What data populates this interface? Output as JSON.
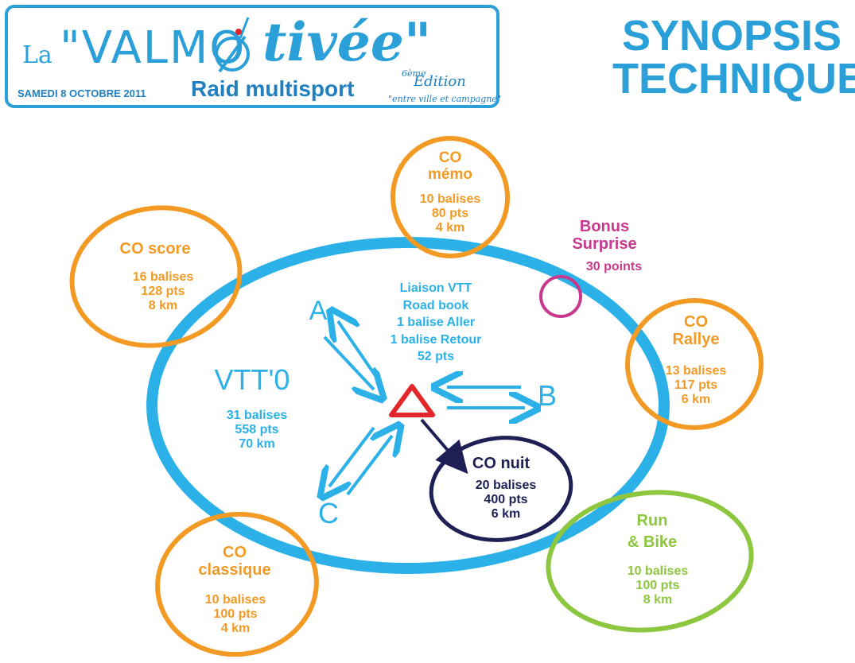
{
  "header": {
    "la": "La",
    "valmo": "\"VALMO",
    "tivee": "tivée\"",
    "edition_num": "6ème",
    "edition": "Edition",
    "date": "SAMEDI 8 OCTOBRE 2011",
    "subtitle": "Raid multisport",
    "tagline": "\"entre ville et campagne\""
  },
  "synopsis": [
    "SYNOPSIS",
    "TECHNIQUE"
  ],
  "nodes": {
    "co_memo": {
      "title": [
        "CO",
        "mémo"
      ],
      "lines": [
        "10 balises",
        "80 pts",
        "4 km"
      ]
    },
    "co_score": {
      "title": [
        "CO score"
      ],
      "lines": [
        "16 balises",
        "128 pts",
        "8 km"
      ]
    },
    "bonus": {
      "title": [
        "Bonus",
        "Surprise"
      ],
      "points": "30 points"
    },
    "liaison": {
      "lines": [
        "Liaison VTT",
        "Road book",
        "1 balise Aller",
        "1 balise Retour",
        "52 pts"
      ]
    },
    "vtt": {
      "title": "VTT'0",
      "lines": [
        "31 balises",
        "558 pts",
        "70 km"
      ]
    },
    "co_rallye": {
      "title": [
        "CO",
        "Rallye"
      ],
      "lines": [
        "13 balises",
        "117 pts",
        "6 km"
      ]
    },
    "co_nuit": {
      "title": "CO nuit",
      "lines": [
        "20 balises",
        "400 pts",
        "6 km"
      ]
    },
    "run_bike": {
      "title": [
        "Run",
        "& Bike"
      ],
      "lines": [
        "10 balises",
        "100 pts",
        "8 km"
      ]
    },
    "co_classique": {
      "title": [
        "CO",
        "classique"
      ],
      "lines": [
        "10 balises",
        "100 pts",
        "4 km"
      ]
    },
    "points": {
      "a": "A",
      "b": "B",
      "c": "C"
    }
  },
  "colors": {
    "orange": "#f39a25",
    "blue": "#2bb1e8",
    "navy": "#1d1f55",
    "green": "#8dc63f",
    "magenta": "#c8388e",
    "red": "#e3262a"
  }
}
